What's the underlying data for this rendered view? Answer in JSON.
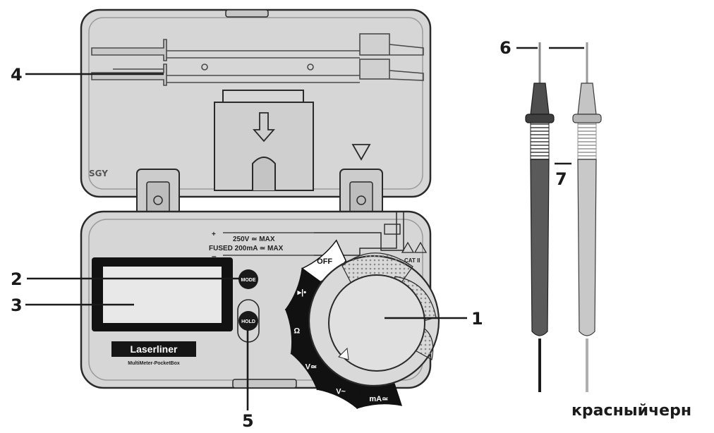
{
  "callouts": {
    "c1": "1",
    "c2": "2",
    "c3": "3",
    "c4": "4",
    "c5": "5",
    "c6": "6",
    "c7": "7"
  },
  "device": {
    "brand": "Laserliner",
    "model": "MultiMeter-PocketBox",
    "rating_top": "250V ≃ MAX",
    "rating_bottom": "FUSED 200mA ≃ MAX",
    "port_plus": "+",
    "port_minus": "–",
    "cat_label": "CAT II",
    "lid_mark": "SGY"
  },
  "buttons": {
    "mode": "MODE",
    "hold": "HOLD"
  },
  "dial": {
    "positions": [
      "mA≃",
      "V~",
      "V≃",
      "Ω",
      "▸|•",
      "OFF"
    ]
  },
  "probe_colors": {
    "red_probe": "#555555",
    "black_probe": "#bdbdbd",
    "case": "#d6d6d6",
    "outline": "#2a2a2a"
  },
  "caption": "красныйчерн"
}
